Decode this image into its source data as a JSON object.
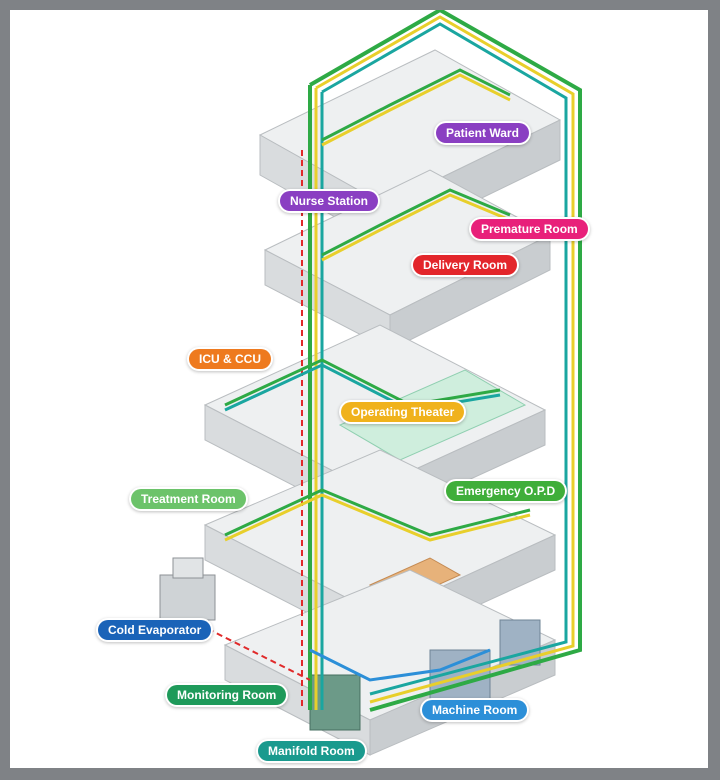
{
  "labels": {
    "patient_ward": "Patient Ward",
    "nurse_station": "Nurse Station",
    "premature_room": "Premature Room",
    "delivery_room": "Delivery Room",
    "icu_ccu": "ICU & CCU",
    "operating_theater": "Operating Theater",
    "emergency_opd": "Emergency O.P.D",
    "treatment_room": "Treatment Room",
    "cold_evaporator": "Cold Evaporator",
    "monitoring_room": "Monitoring Room",
    "machine_room": "Machine Room",
    "manifold_room": "Manifold Room"
  },
  "colors": {
    "patient_ward": "#8a3fc2",
    "nurse_station": "#8a3fc2",
    "premature_room": "#e8207a",
    "delivery_room": "#e3262b",
    "icu_ccu": "#ee7a1f",
    "operating_theater": "#f0b21c",
    "emergency_opd": "#3fae3a",
    "treatment_room": "#6cc36a",
    "cold_evaporator": "#1a63b8",
    "monitoring_room": "#1e9a5a",
    "machine_room": "#2c8fd8",
    "manifold_room": "#1a9a8e",
    "pipe_green": "#2eaa45",
    "pipe_yellow": "#e8cf2b",
    "pipe_teal": "#1aa6a0",
    "pipe_red": "#e02a2a"
  }
}
